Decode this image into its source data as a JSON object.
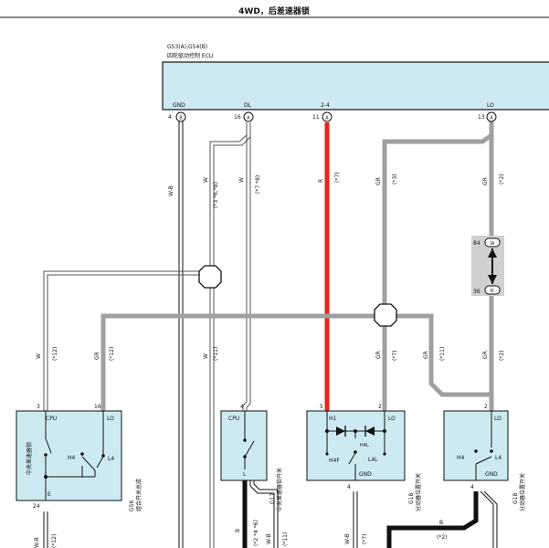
{
  "title": "4WD，后差速器锁",
  "ecu": {
    "id_label": "G53(A),G54(B)",
    "name": "四轮驱动控制 ECU",
    "pins": [
      {
        "name": "GND",
        "num": "4",
        "conn": "B"
      },
      {
        "name": "DL",
        "num": "16",
        "conn": "A"
      },
      {
        "name": "2-4",
        "num": "11",
        "conn": "A"
      },
      {
        "name": "LO",
        "num": "13",
        "conn": "A"
      }
    ]
  },
  "wires": {
    "gnd": {
      "color": "W-B",
      "note": ""
    },
    "dl_a": {
      "color": "W",
      "note": "(*3 *6,*8)"
    },
    "dl_b": {
      "color": "W",
      "note": "(*7 *8)"
    },
    "s24": {
      "color": "R",
      "note": "(*7)"
    },
    "gr3": {
      "color": "GR",
      "note": "(*3)"
    },
    "lo": {
      "color": "GR",
      "note": "(*2)"
    },
    "w_left": {
      "color": "W",
      "note": "(*12)"
    },
    "gr_left": {
      "color": "GR",
      "note": "(*12)"
    },
    "w_mid": {
      "color": "W",
      "note": "(*11)"
    },
    "gr_m1": {
      "color": "GR",
      "note": "(*7)"
    },
    "gr_m2": {
      "color": "GR",
      "note": "(*11)"
    },
    "gr_m3": {
      "color": "GR",
      "note": "(*2)"
    },
    "wb_bot1": {
      "color": "W-B",
      "note": "(*12)"
    },
    "b_bot": {
      "color": "B",
      "note": "(*2 *4 *6)"
    },
    "wb_bot2": {
      "color": "W-B",
      "note": "(*11)"
    },
    "wb_bot3": {
      "color": "W-B",
      "note": "(*7)"
    },
    "b_bot2": {
      "color": "B",
      "note": "(*2)"
    }
  },
  "splice": {
    "top": {
      "num": "84",
      "conn": "IA"
    },
    "bottom": {
      "num": "36",
      "conn": "IC"
    }
  },
  "components": [
    {
      "id": "G56",
      "name": "组合开关总成",
      "pin_labels": [
        "CPU",
        "LO",
        "H4",
        "L4",
        "E"
      ],
      "pin_nums": [
        "3",
        "16",
        "24"
      ],
      "side_label": "中央差速器锁"
    },
    {
      "id": "G17",
      "name": "中央差速器锁开关",
      "pin_labels": [
        "CPU",
        "L"
      ],
      "pin_nums": [
        "4"
      ]
    },
    {
      "id": "G18",
      "name": "分动器位置开关",
      "pin_labels": [
        "H1",
        "LO",
        "H4L",
        "H4F",
        "L4L",
        "GND"
      ],
      "pin_nums": [
        "5",
        "2",
        "4"
      ]
    },
    {
      "id": "G18",
      "name": "分动器位置开关",
      "pin_labels": [
        "LO",
        "H4",
        "L4",
        "GND"
      ],
      "pin_nums": [
        "2",
        "4"
      ]
    }
  ],
  "colors": {
    "ecu_fill": "#cdeaf2",
    "wire_red": "#e8231c",
    "wire_gray": "#a0a0a0",
    "wire_black": "#111111",
    "splice_bg": "#d0d0d0"
  }
}
